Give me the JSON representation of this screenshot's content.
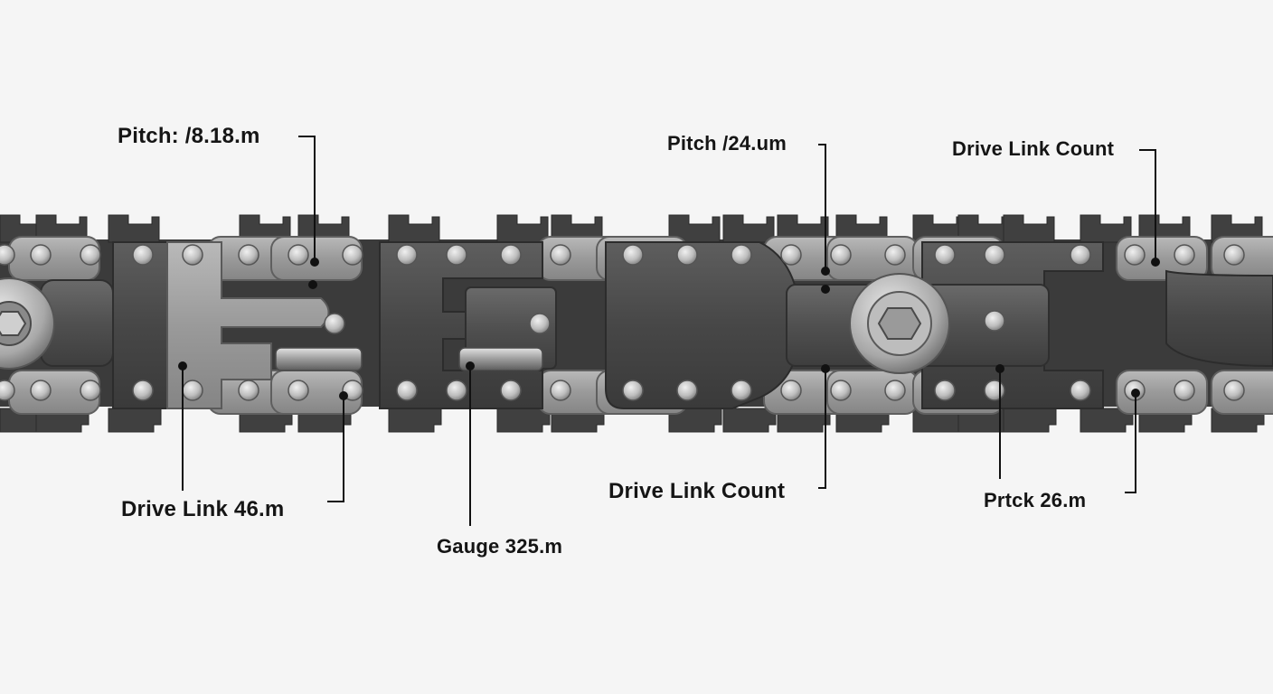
{
  "labels": {
    "pitch_top_left": "Pitch: /8.18.m",
    "pitch_top_mid": "Pitch /24.um",
    "drive_link_count_top": "Drive Link Count",
    "drive_link_bottom_left": "Drive Link 46.m",
    "gauge_bottom": "Gauge 325.m",
    "drive_link_count_bottom": "Drive Link Count",
    "pitch_bottom_right": "Prtck 26.m"
  },
  "colors": {
    "background": "#f5f5f5",
    "plate_light": "#9c9c9c",
    "plate_dark": "#4a4a4a",
    "rivet": "#c9c9c9",
    "cutter": "#3a3a3a",
    "leader": "#111111"
  }
}
